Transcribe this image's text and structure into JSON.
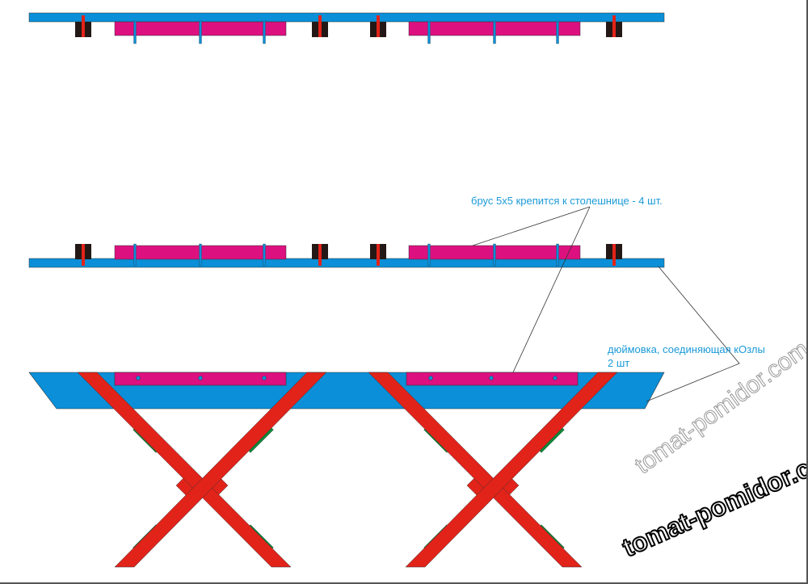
{
  "annotations": {
    "beam_note": "брус 5х5 крепится к столешнице - 4 шт.",
    "board_note_line1": "дюймовка, соединяющая кОзлы",
    "board_note_line2": "2 шт"
  },
  "watermark": {
    "text_outline": "tomat-pomidor.com",
    "text_bold": "tomat-pomidor.com"
  },
  "colors": {
    "tabletop": "#0a8fd8",
    "beam": "#dd1080",
    "block": "#231815",
    "leg": "#e2231a",
    "pad": "#0e8a3a",
    "text": "#1b9ad8"
  }
}
